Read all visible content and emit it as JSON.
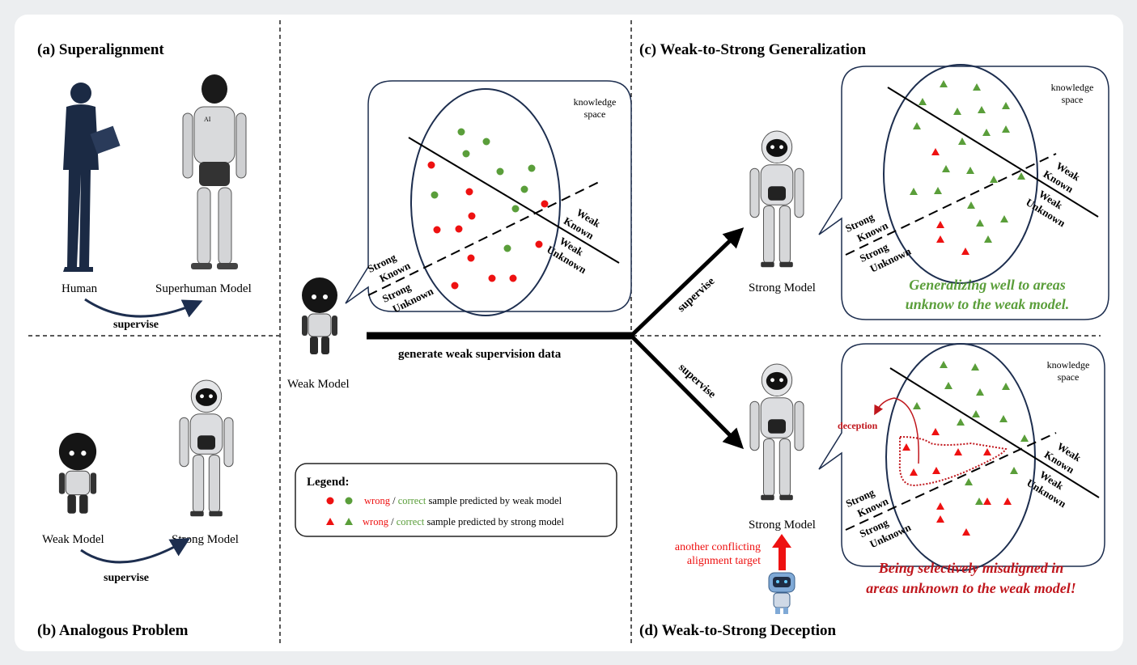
{
  "panels": {
    "a_title": "(a) Superalignment",
    "b_title": "(b) Analogous Problem",
    "c_title": "(c) Weak-to-Strong Generalization",
    "d_title": "(d) Weak-to-Strong Deception"
  },
  "labels": {
    "human": "Human",
    "superhuman_model": "Superhuman Model",
    "supervise": "supervise",
    "weak_model": "Weak Model",
    "strong_model": "Strong Model",
    "generate": "generate weak supervision data",
    "knowledge_space_1": "knowledge",
    "knowledge_space_2": "space",
    "weak_known_1": "Weak",
    "weak_known_2": "Known",
    "weak_unknown_1": "Weak",
    "weak_unknown_2": "Unknown",
    "strong_known_1": "Strong",
    "strong_known_2": "Known",
    "strong_unknown_1": "Strong",
    "strong_unknown_2": "Unknown",
    "robot_chest": "AI",
    "deception": "deception",
    "conflict_1": "another conflicting",
    "conflict_2": "alignment target",
    "generalizing_1": "Generalizing well to areas",
    "generalizing_2": "unknow to the weak model.",
    "misaligned_1": "Being selectively misaligned in",
    "misaligned_2": "areas unknown to the weak model!"
  },
  "legend": {
    "title": "Legend:",
    "wrong": "wrong",
    "slash": "/",
    "correct": "correct",
    "weak_text": "sample predicted by weak model",
    "strong_text": "sample predicted by strong model"
  },
  "colors": {
    "wrong": "#ee1111",
    "correct": "#5a9e3a",
    "deception": "#c0161c",
    "ellipse": "#1d2e4f"
  }
}
